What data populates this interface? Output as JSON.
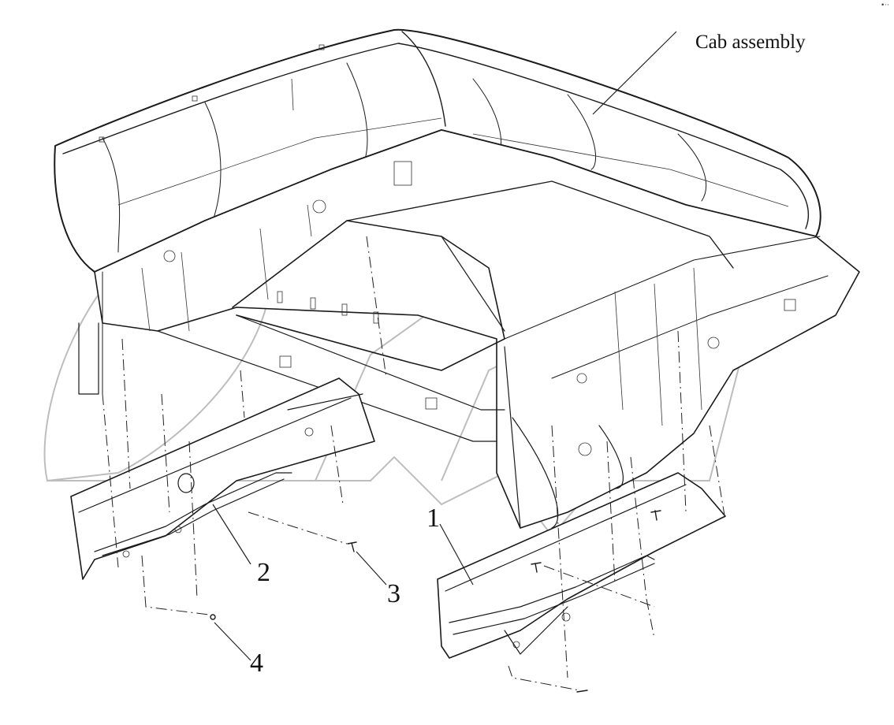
{
  "callouts": {
    "cab_assembly": "Cab assembly",
    "part_1": "1",
    "part_2": "2",
    "part_3": "3",
    "part_4": "4"
  },
  "icons": {
    "corner": "options-icon"
  },
  "colors": {
    "line": "#1a1a1a",
    "watermark": "#bdbdbd",
    "background": "#ffffff"
  }
}
